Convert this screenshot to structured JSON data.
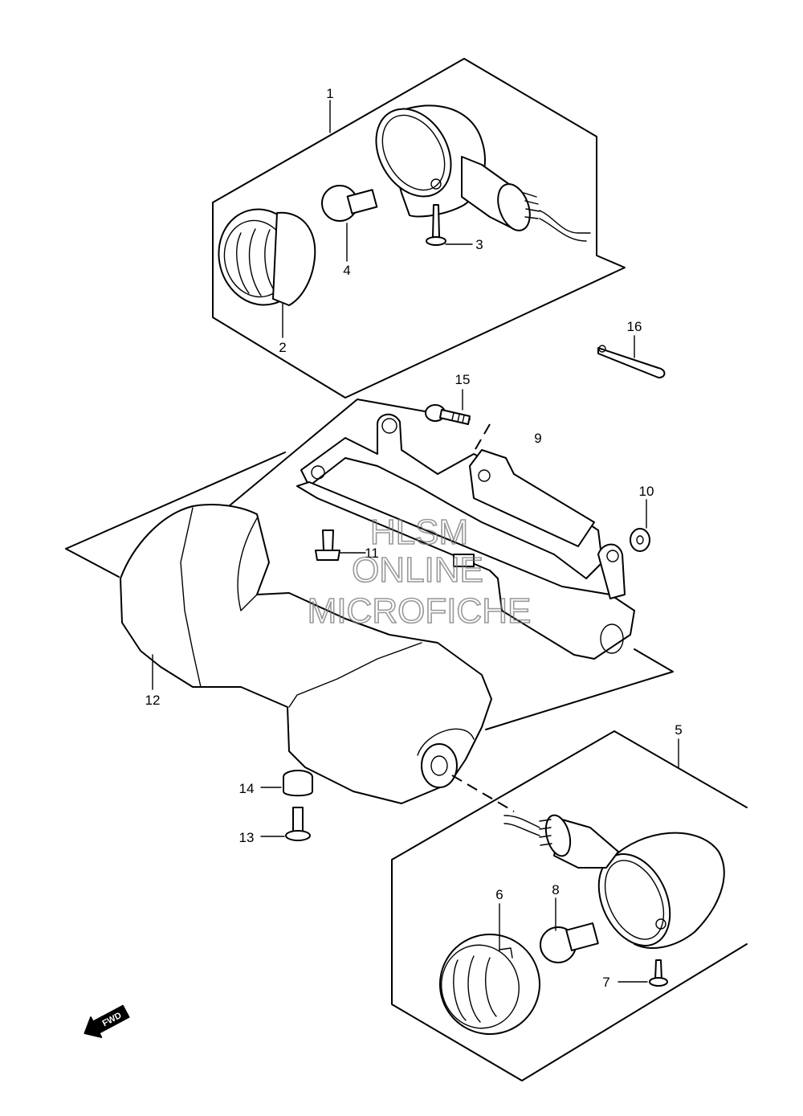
{
  "callouts": [
    {
      "id": "1",
      "text": "1"
    },
    {
      "id": "2",
      "text": "2"
    },
    {
      "id": "3",
      "text": "3"
    },
    {
      "id": "4",
      "text": "4"
    },
    {
      "id": "5",
      "text": "5"
    },
    {
      "id": "6",
      "text": "6"
    },
    {
      "id": "7",
      "text": "7"
    },
    {
      "id": "8",
      "text": "8"
    },
    {
      "id": "9",
      "text": "9"
    },
    {
      "id": "10",
      "text": "10"
    },
    {
      "id": "11",
      "text": "11"
    },
    {
      "id": "12",
      "text": "12"
    },
    {
      "id": "13",
      "text": "13"
    },
    {
      "id": "14",
      "text": "14"
    },
    {
      "id": "15",
      "text": "15"
    },
    {
      "id": "16",
      "text": "16"
    }
  ],
  "watermark": {
    "line1": "HLSM",
    "line2": "ONLINE",
    "line3": "MICROFICHE"
  },
  "fwd_badge": "FWD",
  "colors": {
    "line": "#000000",
    "background": "#ffffff",
    "watermark": "#777777"
  }
}
